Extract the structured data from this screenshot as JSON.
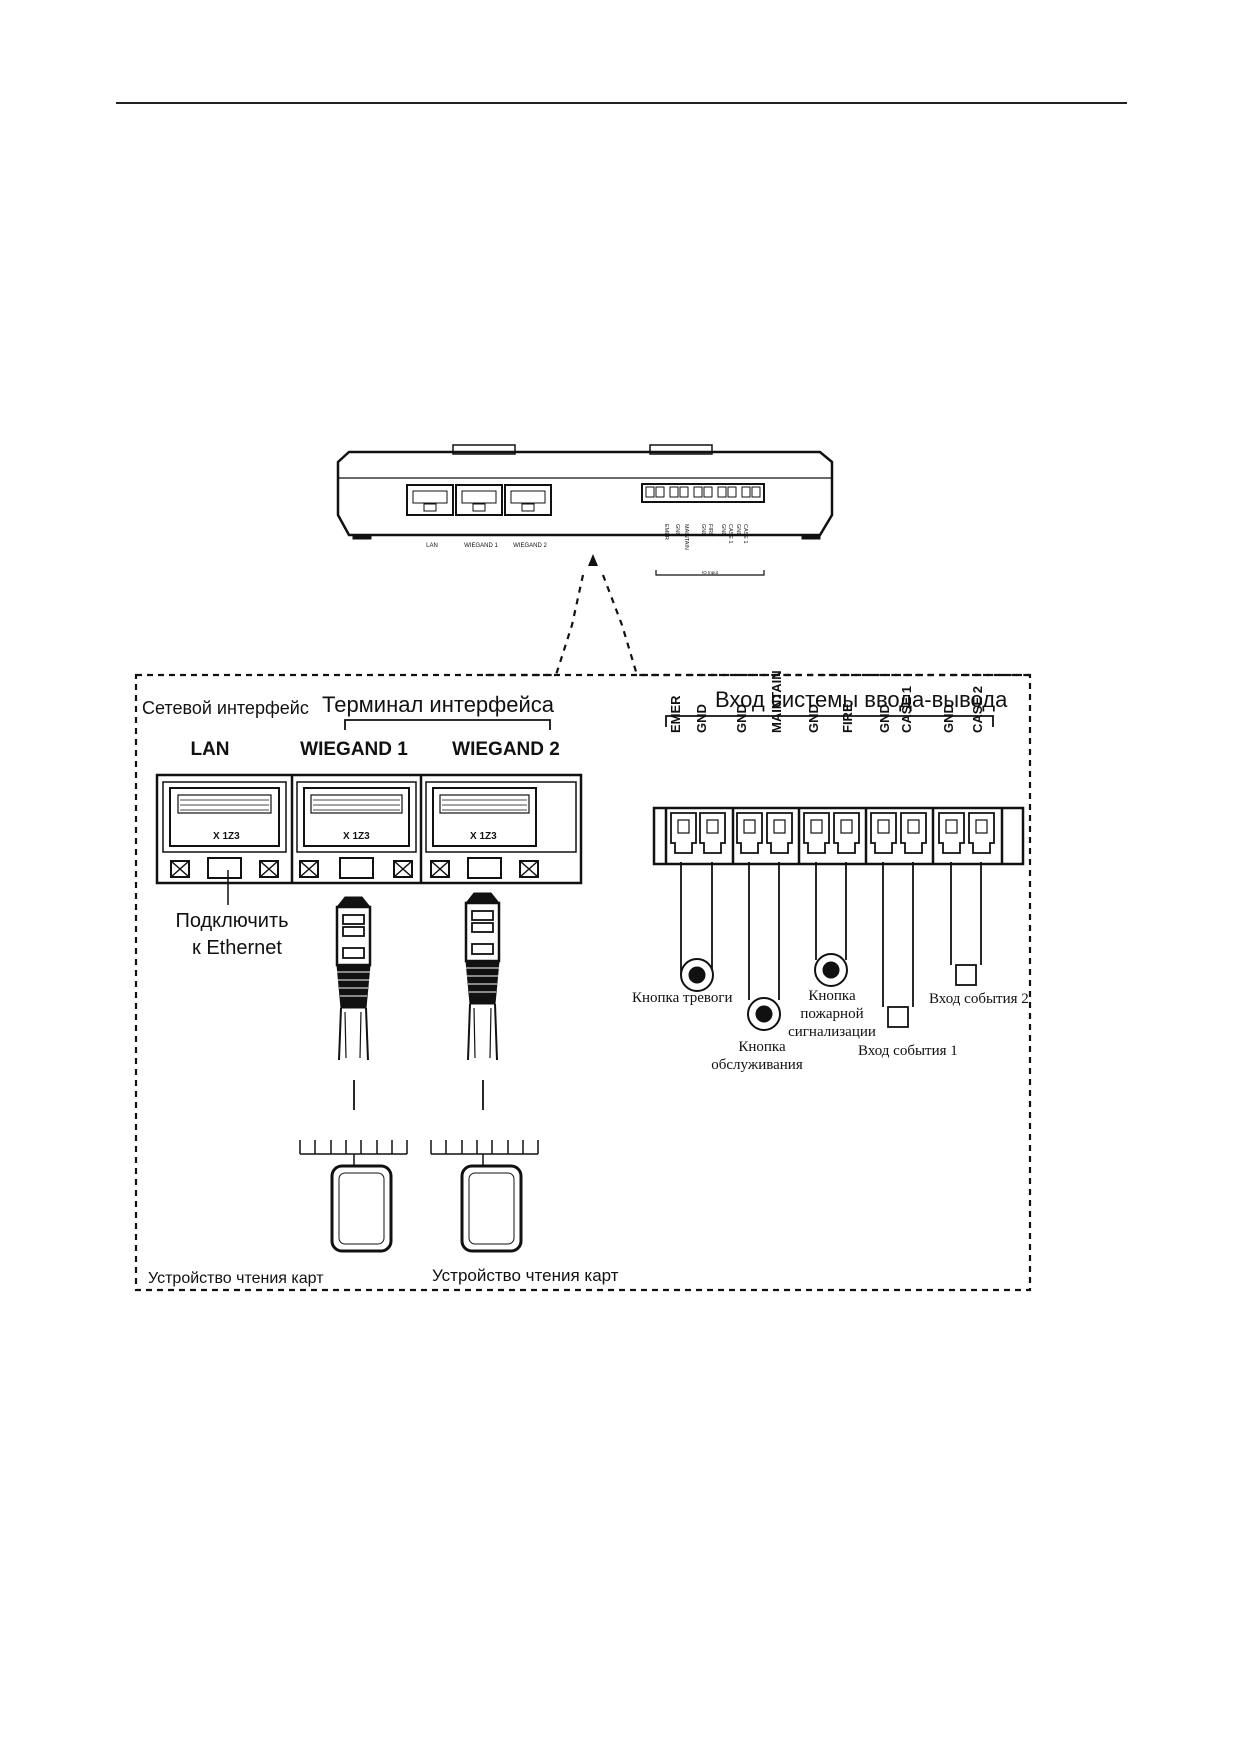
{
  "device": {
    "port_labels": [
      "LAN",
      "WIEGAND 1",
      "WIEGAND 2"
    ],
    "terminal_labels": [
      "CASE 1",
      "GND",
      "CASE 1",
      "GND",
      "FIRE",
      "GND",
      "MAINTAIN",
      "GND",
      "EMER"
    ],
    "terminal_group_label": "IO Input"
  },
  "detail": {
    "network_interface_label": "Сетевой интерфейс",
    "interface_terminal_label": "Терминал интерфейса",
    "io_input_label": "Вход системы ввода-вывода",
    "ports": [
      "LAN",
      "WIEGAND 1",
      "WIEGAND 2"
    ],
    "port_marking": "X 1Z3",
    "connect_label_line1": "Подключить",
    "connect_label_line2": "к Ethernet",
    "card_reader_label": "Устройство чтения карт",
    "terminals": [
      "EMER",
      "GND",
      "GND",
      "MAINTAIN",
      "GND",
      "FIRE",
      "GND",
      "CASE 1",
      "GND",
      "CASE 2"
    ],
    "callouts": {
      "alarm_button": "Кнопка тревоги",
      "maintenance_button_line1": "Кнопка",
      "maintenance_button_line2": "обслуживания",
      "fire_button_line1": "Кнопка",
      "fire_button_line2": "пожарной",
      "fire_button_line3": "сигнализации",
      "event_input_1": "Вход события 1",
      "event_input_2": "Вход события 2"
    }
  },
  "colors": {
    "ink": "#111111",
    "paper": "#ffffff"
  }
}
